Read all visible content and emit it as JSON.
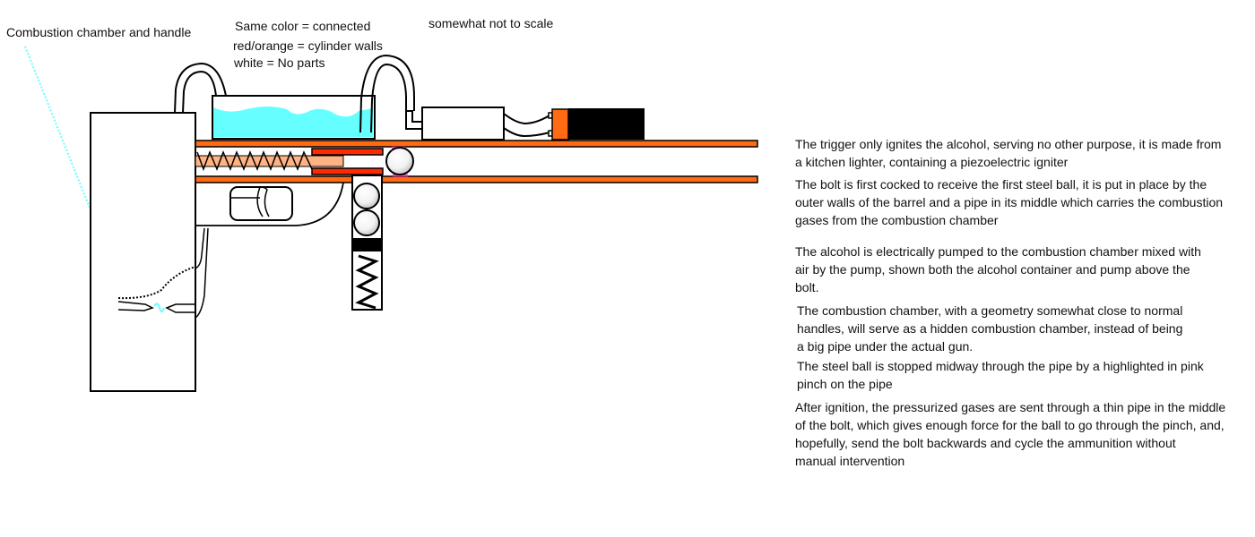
{
  "labels": {
    "combustion_chamber": "Combustion chamber and handle",
    "legend_connected": "Same color = connected",
    "legend_walls": "red/orange = cylinder walls",
    "legend_white": "white = No parts",
    "scale_note": "somewhat not to scale"
  },
  "paragraphs": [
    "The trigger only ignites the alcohol, serving no other purpose, it is made from\na kitchen lighter, containing a piezoelectric igniter",
    "The bolt is first cocked to receive the first steel ball, it is put in place by the\nouter walls of the barrel and a pipe in its middle which carries the combustion\n gases from the combustion chamber",
    "The alcohol is electrically pumped to the combustion chamber mixed with\nair by the pump, shown both the alcohol container and pump above the\nbolt.",
    "The combustion chamber, with a geometry somewhat close to normal\nhandles, will serve as a hidden combustion chamber, instead of being\na big pipe under the actual gun.",
    "The steel ball is stopped midway through the pipe by a highlighted in pink\npinch on the pipe",
    "After ignition, the pressurized gases are sent through a thin pipe in the middle\nof the bolt, which gives enough force for the ball to go through the pinch, and,\nhopefully, send the bolt backwards and cycle the ammunition without\nmanual intervention"
  ],
  "colors": {
    "barrel_orange": "#ff6a13",
    "bolt_red": "#ff2a00",
    "bolt_light": "#ffb383",
    "alcohol_cyan": "#66ffff",
    "pinch_pink": "#ff33cc",
    "battery_black": "#000000",
    "outline": "#000000"
  }
}
